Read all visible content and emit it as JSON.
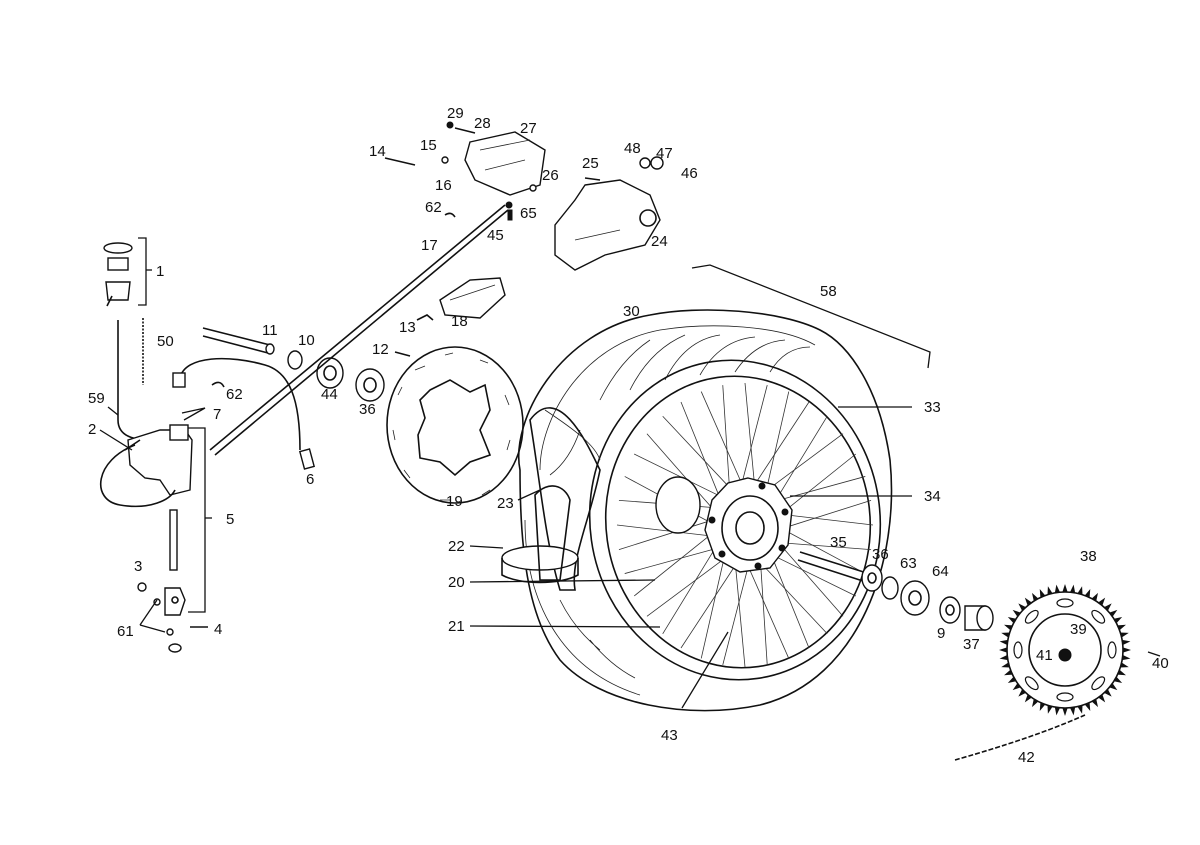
{
  "labels": {
    "l1": "1",
    "l2": "2",
    "l3": "3",
    "l4": "4",
    "l5": "5",
    "l6": "6",
    "l7": "7",
    "l9": "9",
    "l10": "10",
    "l11": "11",
    "l12": "12",
    "l13": "13",
    "l14": "14",
    "l15": "15",
    "l16": "16",
    "l17": "17",
    "l18": "18",
    "l19": "19",
    "l20": "20",
    "l21": "21",
    "l22": "22",
    "l23": "23",
    "l24": "24",
    "l25": "25",
    "l26": "26",
    "l27": "27",
    "l28": "28",
    "l29": "29",
    "l30": "30",
    "l33": "33",
    "l34": "34",
    "l35": "35",
    "l36a": "36",
    "l36b": "36",
    "l37": "37",
    "l38": "38",
    "l39": "39",
    "l40": "40",
    "l41": "41",
    "l42": "42",
    "l43": "43",
    "l44": "44",
    "l45": "45",
    "l46": "46",
    "l47": "47",
    "l48": "48",
    "l50": "50",
    "l58": "58",
    "l59": "59",
    "l61": "61",
    "l62a": "62",
    "l62b": "62",
    "l63": "63",
    "l64": "64",
    "l65": "65"
  }
}
